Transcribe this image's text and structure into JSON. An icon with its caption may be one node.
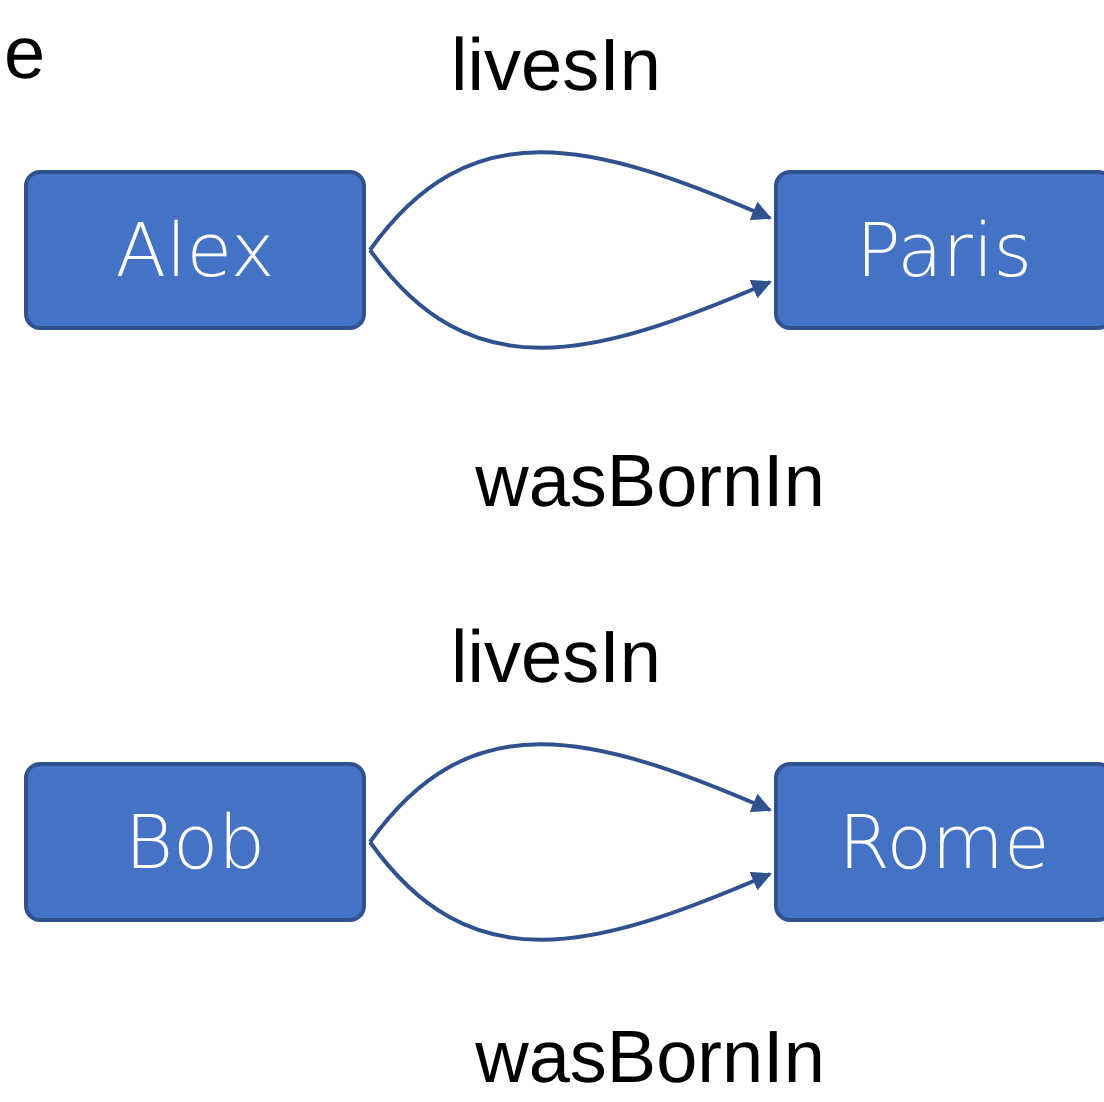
{
  "diagram": {
    "nodes": [
      {
        "text": [
          "Alex"
        ]
      },
      {
        "text": [
          "Paris"
        ]
      },
      {
        "text": [
          "Bob"
        ]
      },
      {
        "text": [
          "Rome"
        ]
      }
    ],
    "edges": [
      {
        "from": 0,
        "to": 1,
        "arrow": "to",
        "label": "livesIn"
      },
      {
        "from": 0,
        "to": 1,
        "arrow": "to",
        "label": "wasBornIn"
      },
      {
        "from": 2,
        "to": 3,
        "arrow": "to",
        "label": "livesIn"
      },
      {
        "from": 2,
        "to": 3,
        "arrow": "to",
        "label": "wasBornIn"
      }
    ],
    "labels": [
      "e"
    ]
  }
}
